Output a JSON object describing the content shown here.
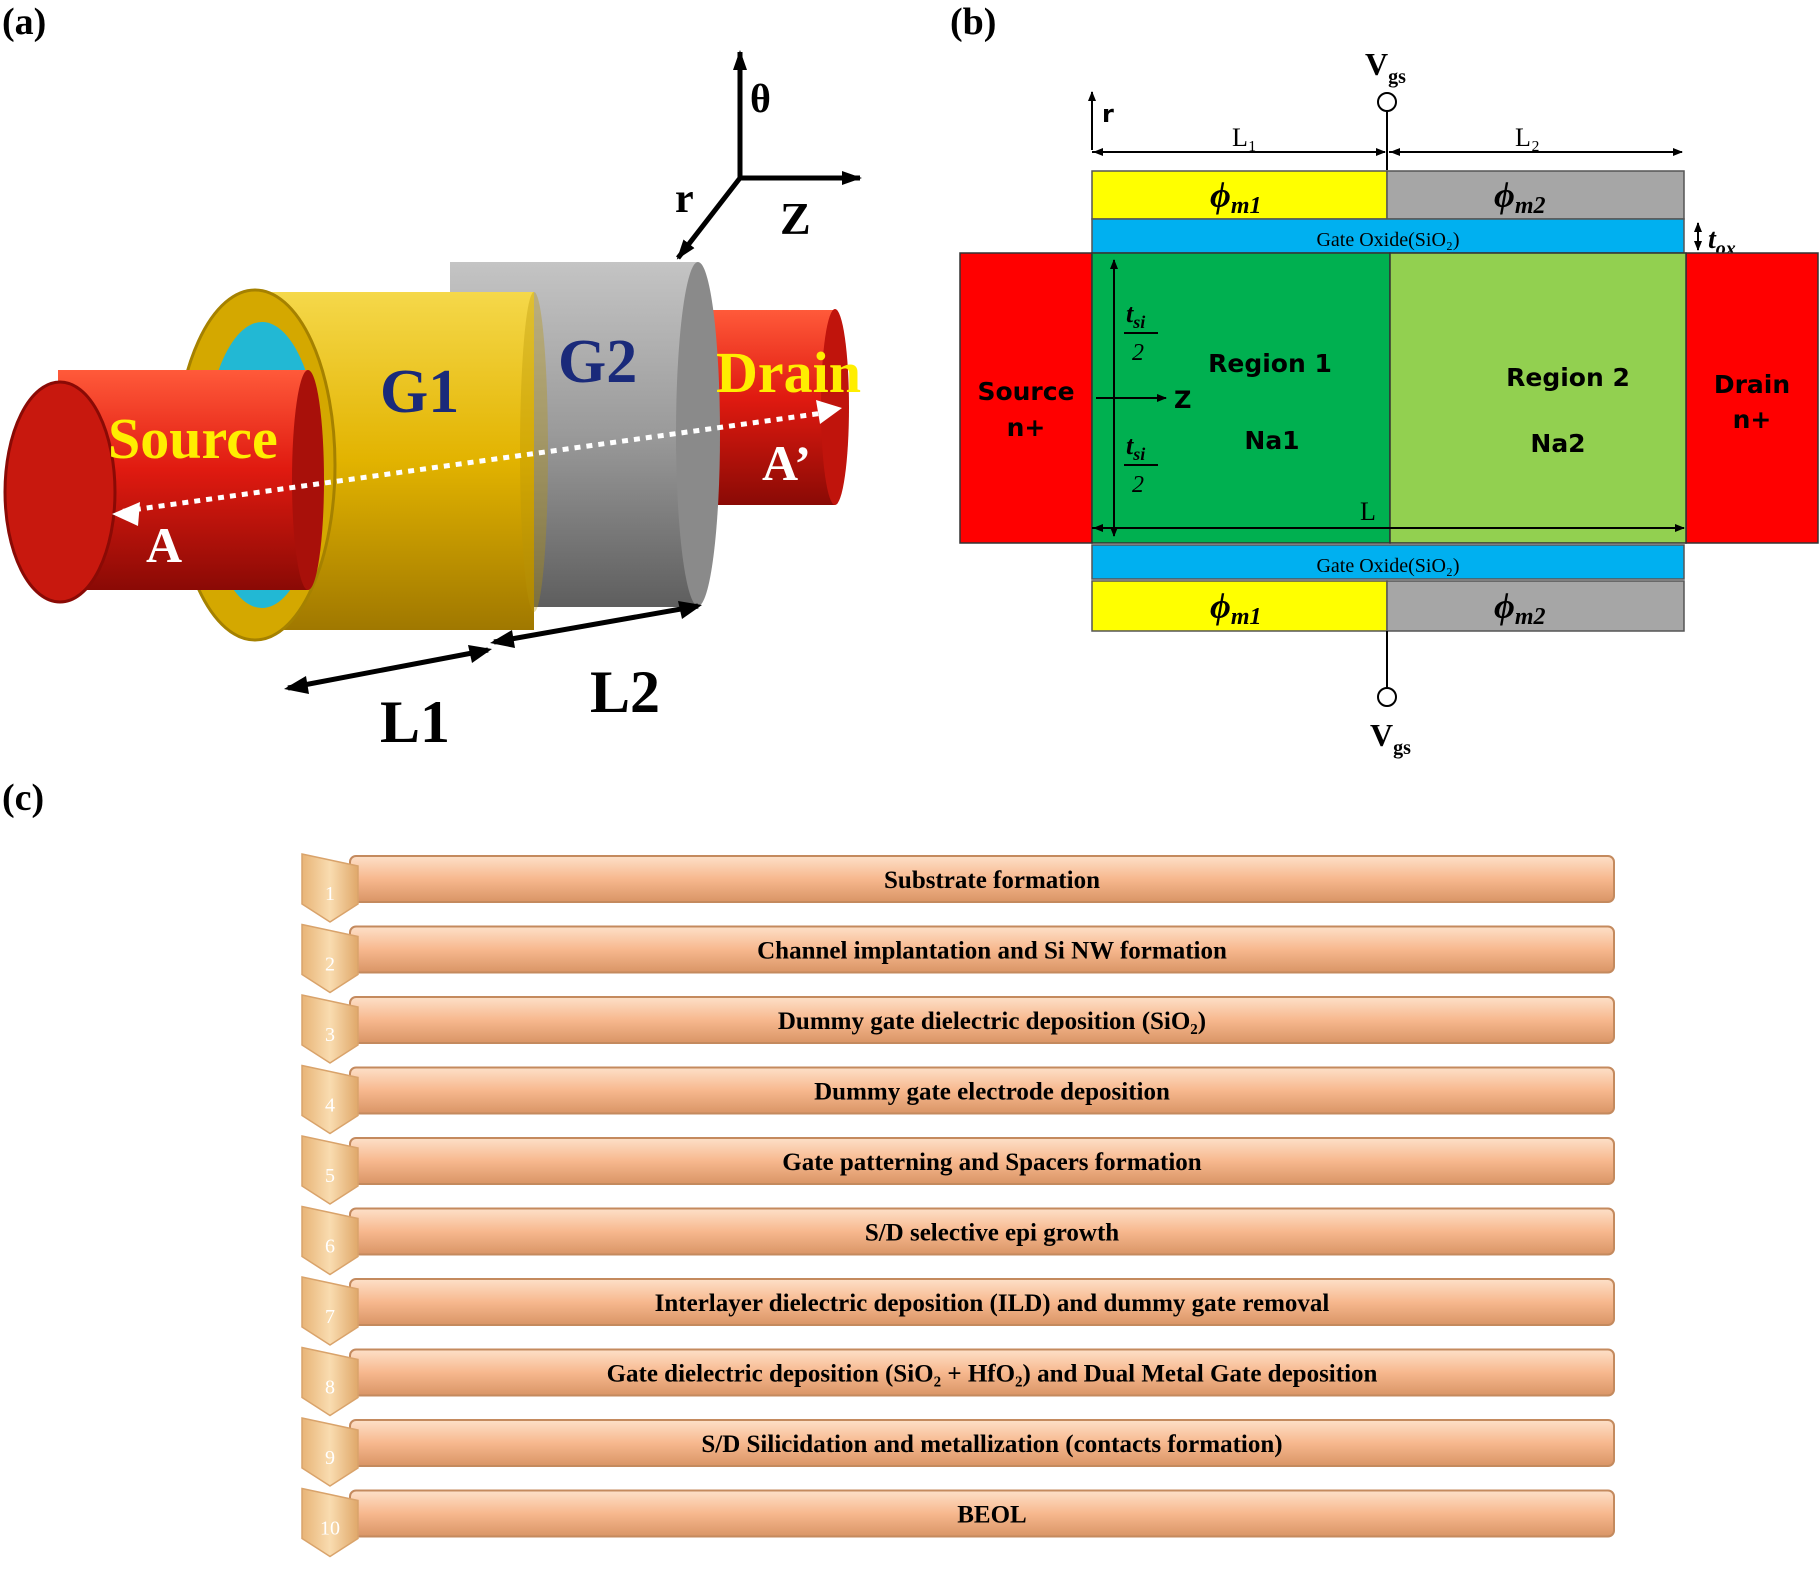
{
  "panels": {
    "a": {
      "label": "(a)",
      "axes": {
        "theta": "θ",
        "r": "r",
        "z": "Z"
      },
      "source": "Source",
      "drain": "Drain",
      "gate1": "G1",
      "gate2": "G2",
      "cut_start": "A",
      "cut_end": "A’",
      "length1": "L1",
      "length2": "L2",
      "colors": {
        "rod": "#d41a10",
        "gate1": "#e6b800",
        "gate2": "#9a9a9a",
        "oxide": "#22b8d4"
      }
    },
    "b": {
      "label": "(b)",
      "vgs_main": "V",
      "vgs_sub": "gs",
      "r_axis": "r",
      "z_axis": "Z",
      "L1": "L₁",
      "L2": "L₂",
      "L": "L",
      "phi": "ϕ",
      "phi_m1_sub": "m1",
      "phi_m2_sub": "m2",
      "tox_main": "t",
      "tox_sub": "ox",
      "tsi_main": "t",
      "tsi_sub": "si",
      "tsi_den": "2",
      "gate_oxide": "Gate Oxide(SiO₂)",
      "source": "Source",
      "drain": "Drain",
      "doping": "n+",
      "region1": "Region 1",
      "region2": "Region 2",
      "na1": "Na1",
      "na2": "Na2",
      "colors": {
        "metal1": "#ffff00",
        "metal2": "#a6a6a6",
        "oxide": "#00b0f0",
        "region1": "#00b050",
        "region2": "#92d050",
        "contact": "#ff0000"
      }
    },
    "c": {
      "label": "(c)",
      "colors": {
        "bar": "#f7b88e",
        "chevron": "#f7d09e"
      },
      "steps": [
        {
          "num": "1",
          "text": "Substrate formation"
        },
        {
          "num": "2",
          "text": "Channel implantation and Si NW formation"
        },
        {
          "num": "3",
          "text": "Dummy gate dielectric deposition (SiO₂)"
        },
        {
          "num": "4",
          "text": "Dummy gate electrode deposition"
        },
        {
          "num": "5",
          "text": "Gate patterning and Spacers formation"
        },
        {
          "num": "6",
          "text": "S/D selective epi growth"
        },
        {
          "num": "7",
          "text": "Interlayer dielectric deposition (ILD) and dummy gate removal"
        },
        {
          "num": "8",
          "text": "Gate dielectric deposition (SiO₂ + HfO₂) and Dual Metal Gate deposition"
        },
        {
          "num": "9",
          "text": "S/D Silicidation and metallization (contacts formation)"
        },
        {
          "num": "10",
          "text": "BEOL"
        }
      ]
    }
  }
}
